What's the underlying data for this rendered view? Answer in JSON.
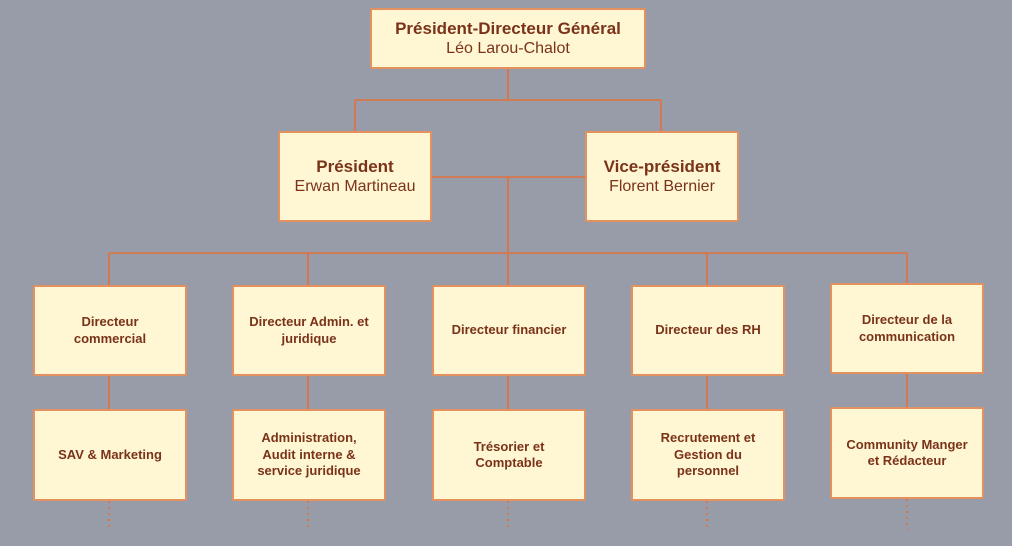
{
  "colors": {
    "background": "#979ca8",
    "box_fill": "#fff6d4",
    "box_border": "#e3915e",
    "connector": "#e2703a",
    "text": "#7a3318"
  },
  "top": {
    "role": "Président-Directeur Général",
    "person": "Léo Larou-Chalot"
  },
  "level2": [
    {
      "role": "Président",
      "person": "Erwan Martineau"
    },
    {
      "role": "Vice-président",
      "person": "Florent Bernier"
    }
  ],
  "directors": [
    {
      "role": "Directeur\ncommercial"
    },
    {
      "role": "Directeur Admin. et\njuridique"
    },
    {
      "role": "Directeur financier"
    },
    {
      "role": "Directeur des RH"
    },
    {
      "role": "Directeur de la\ncommunication"
    }
  ],
  "services": [
    {
      "role": "SAV & Marketing"
    },
    {
      "role": "Administration,\nAudit interne &\nservice juridique"
    },
    {
      "role": "Trésorier et\nComptable"
    },
    {
      "role": "Recrutement et\nGestion du\npersonnel"
    },
    {
      "role": "Community Manger\net Rédacteur"
    }
  ]
}
